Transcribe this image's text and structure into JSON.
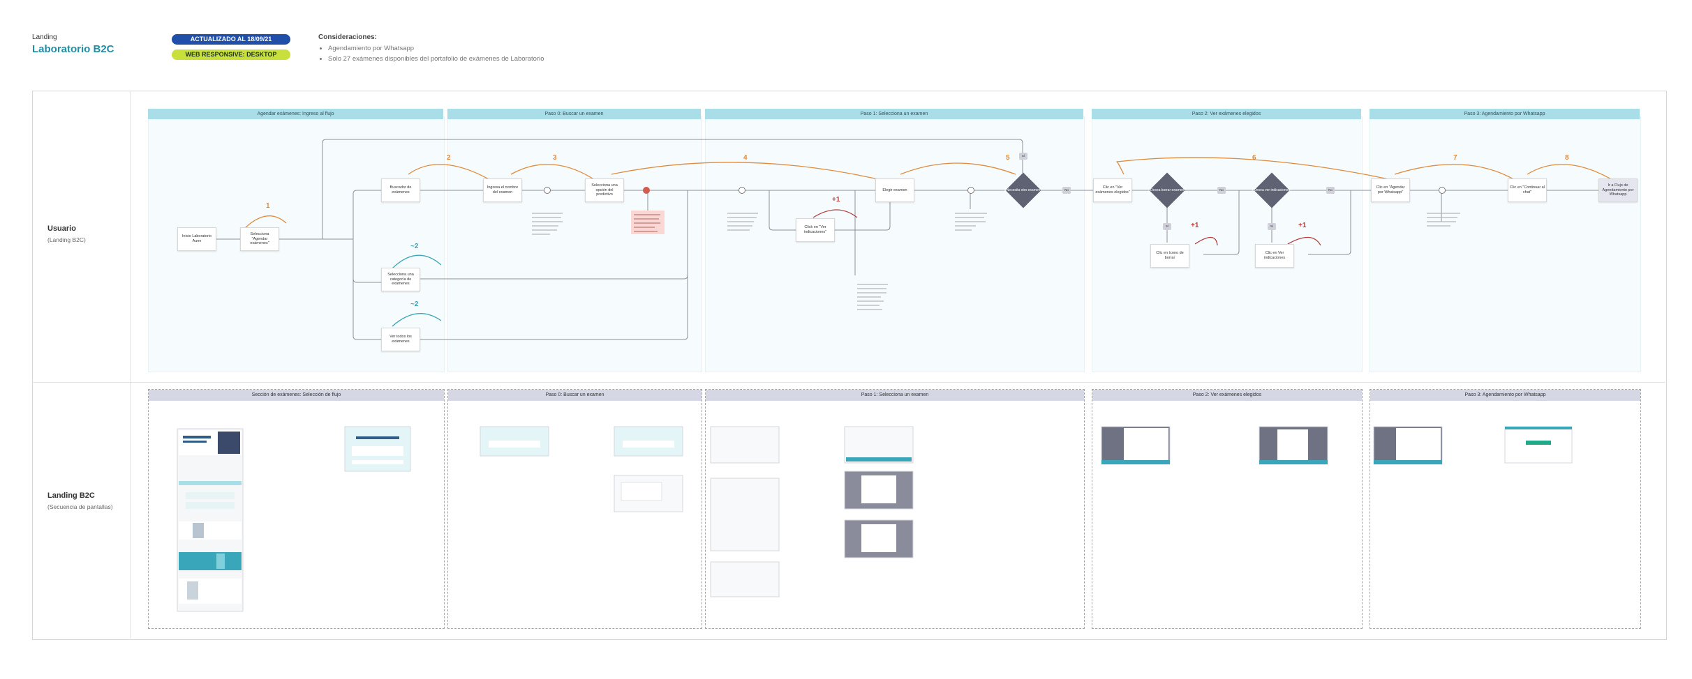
{
  "header": {
    "kicker": "Landing",
    "title": "Laboratorio B2C",
    "date_badge": "ACTUALIZADO AL 18/09/21",
    "platform_badge": "WEB RESPONSIVE: DESKTOP",
    "considerations_title": "Consideraciones:",
    "considerations": [
      "Agendamiento por Whatsapp",
      "Solo 27 exámenes disponibles del portafolio de exámenes de Laboratorio"
    ]
  },
  "lanes": {
    "usuario": {
      "title": "Usuario",
      "subtitle": "(Landing B2C)"
    },
    "landing": {
      "title": "Landing B2C",
      "subtitle": "(Secuencia de pantallas)"
    }
  },
  "phases": [
    "Agendar exámenes: Ingreso al flujo",
    "Paso 0: Buscar un examen",
    "Paso 1: Selecciona un examen",
    "Paso 2: Ver exámenes elegidos",
    "Paso 3: Agendamiento por Whatsapp"
  ],
  "screen_sections": [
    "Sección de exámenes: Selección de flujo",
    "Paso 0: Buscar un examen",
    "Paso 1: Selecciona un examen",
    "Paso 2: Ver exámenes elegidos",
    "Paso 3: Agendamiento por Whatsapp"
  ],
  "nodes": {
    "inicio": "Inicio Laboratorio Aune",
    "agendar": "Selecciona \"Agendar exámenes\"",
    "buscador": "Buscador de exámenes",
    "categoria": "Selecciona una categoría de exámenes",
    "vertodos": "Ver todos los exámenes",
    "ingresa": "Ingresa el nombre del examen",
    "selecciona_opcion": "Selecciona una opción del predictivo",
    "click_indicaciones": "Click en \"Ver indicaciones\"",
    "elegir": "Elegir examen",
    "ver_elegidos": "Clic en \"Ver exámenes elegidos\"",
    "borrar": "Clic en ícono de borrar",
    "ver_ind2": "Clic en Ver indicaciones",
    "agenda_wsp": "Clic en \"Agendar por Whatsapp\"",
    "continuar": "Clic en \"Continuar al chat\"",
    "fin": "Ir a Flujo de Agendamiento por Whatsapp"
  },
  "diamonds": {
    "d1": "¿Necesita otro examen?",
    "d2": "¿Desea borrar examen?",
    "d3": "¿Desea ver indicaciones?"
  },
  "step_numbers": {
    "s1": "1",
    "s2": "2",
    "s3": "3",
    "s4": "4",
    "s5": "5",
    "s6": "6",
    "s7": "7",
    "s8": "8",
    "t1": "~2",
    "t2": "~2",
    "r1": "+1",
    "r2": "+1",
    "r3": "+1"
  },
  "branch_labels": {
    "yes": "Sí",
    "no": "No"
  },
  "colors": {
    "accent": "#1f8fa6",
    "date_badge": "#1f4fa8",
    "platform_badge": "#c9df3c",
    "phase_header": "#a9dde8",
    "screen_header": "#d6d7e5",
    "flow_step": "#e08a3c",
    "alt_step": "#3aa6b9",
    "extra_step": "#b53c3c",
    "decision": "#5e6272"
  }
}
